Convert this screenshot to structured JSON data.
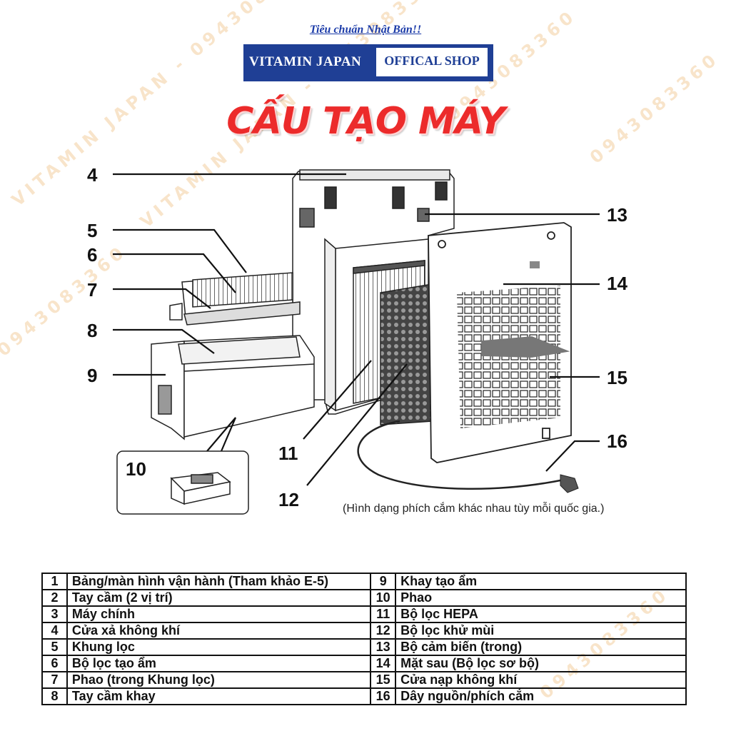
{
  "watermark": {
    "text_a": "VITAMIN JAPAN - 0943083360",
    "text_b": "0943083360"
  },
  "header": {
    "tagline": "Tiêu chuẩn Nhật Bản!!",
    "shop_name": "VITAMIN JAPAN",
    "shop_tag": "OFFICAL SHOP"
  },
  "title": "CẤU TẠO MÁY",
  "diagram": {
    "callouts": [
      "4",
      "5",
      "6",
      "7",
      "8",
      "9",
      "10",
      "11",
      "12",
      "13",
      "14",
      "15",
      "16"
    ],
    "plug_note": "(Hình dạng phích cắm khác nhau tùy mỗi quốc gia.)"
  },
  "parts": [
    {
      "num": "1",
      "label": "Bảng/màn hình vận hành (Tham khảo E-5)",
      "num2": "9",
      "label2": "Khay tạo ẩm"
    },
    {
      "num": "2",
      "label": "Tay cầm (2 vị trí)",
      "num2": "10",
      "label2": "Phao"
    },
    {
      "num": "3",
      "label": "Máy chính",
      "num2": "11",
      "label2": "Bộ lọc HEPA"
    },
    {
      "num": "4",
      "label": "Cửa xả không khí",
      "num2": "12",
      "label2": "Bộ lọc khử mùi"
    },
    {
      "num": "5",
      "label": "Khung lọc",
      "num2": "13",
      "label2": "Bộ cảm biến (trong)"
    },
    {
      "num": "6",
      "label": "Bộ lọc tạo ẩm",
      "num2": "14",
      "label2": "Mặt sau (Bộ lọc sơ bộ)"
    },
    {
      "num": "7",
      "label": "Phao (trong Khung lọc)",
      "num2": "15",
      "label2": "Cửa nạp không khí"
    },
    {
      "num": "8",
      "label": "Tay cầm khay",
      "num2": "16",
      "label2": "Dây nguồn/phích cắm"
    }
  ]
}
